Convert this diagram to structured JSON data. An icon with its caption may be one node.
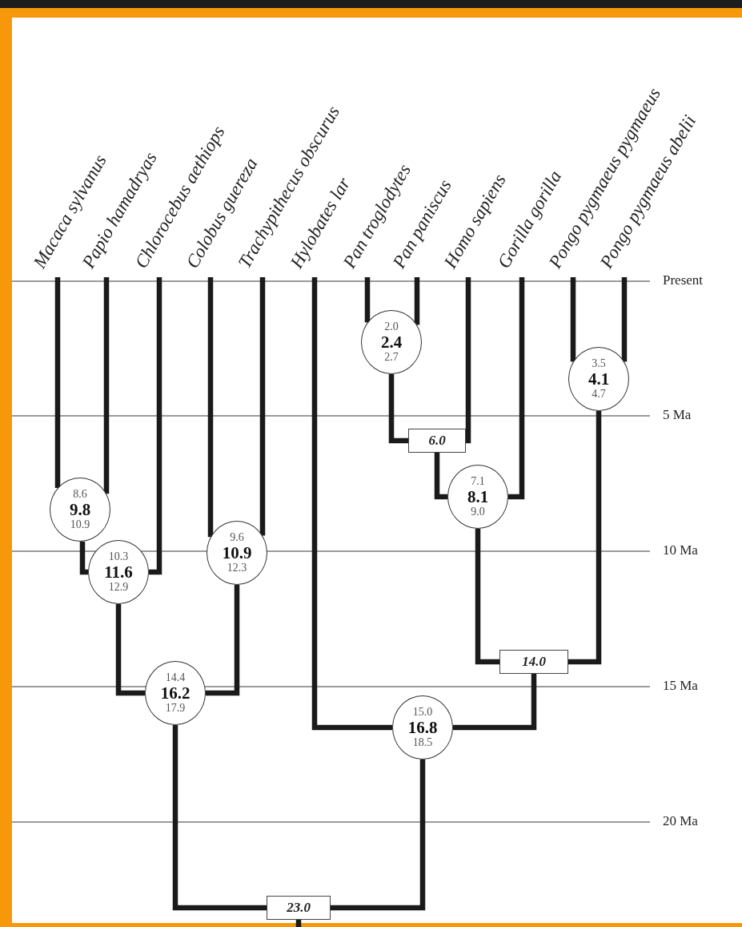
{
  "diagram": {
    "nodes": [
      {
        "text": [
          "Macaca sylvanus"
        ]
      },
      {
        "text": [
          "Papio hamadryas"
        ]
      },
      {
        "text": [
          "Chlorocebus aethiops"
        ]
      },
      {
        "text": [
          "Colobus guereza"
        ]
      },
      {
        "text": [
          "Trachypithecus obscurus"
        ]
      },
      {
        "text": [
          "Hylobates lar"
        ]
      },
      {
        "text": [
          "Pan troglodytes"
        ]
      },
      {
        "text": [
          "Pan paniscus"
        ]
      },
      {
        "text": [
          "Homo sapiens"
        ]
      },
      {
        "text": [
          "Gorilla gorilla"
        ]
      },
      {
        "text": [
          "Pongo pygmaeus pygmaeus"
        ]
      },
      {
        "text": [
          "Pongo pygmaeus abelii"
        ]
      },
      {
        "text": [
          "2.0",
          "2.4",
          "2.7"
        ]
      },
      {
        "text": [
          "3.5",
          "4.1",
          "4.7"
        ]
      },
      {
        "text": [
          "6.0"
        ]
      },
      {
        "text": [
          "7.1",
          "8.1",
          "9.0"
        ]
      },
      {
        "text": [
          "8.6",
          "9.8",
          "10.9"
        ]
      },
      {
        "text": [
          "10.3",
          "11.6",
          "12.9"
        ]
      },
      {
        "text": [
          "9.6",
          "10.9",
          "12.3"
        ]
      },
      {
        "text": [
          "14.0"
        ]
      },
      {
        "text": [
          "14.4",
          "16.2",
          "17.9"
        ]
      },
      {
        "text": [
          "15.0",
          "16.8",
          "18.5"
        ]
      },
      {
        "text": [
          "23.0"
        ]
      }
    ],
    "edges": [
      {
        "from": 12,
        "to": 6,
        "arrow": "none"
      },
      {
        "from": 12,
        "to": 7,
        "arrow": "none"
      },
      {
        "from": 13,
        "to": 10,
        "arrow": "none"
      },
      {
        "from": 13,
        "to": 11,
        "arrow": "none"
      },
      {
        "from": 14,
        "to": 12,
        "arrow": "none"
      },
      {
        "from": 14,
        "to": 8,
        "arrow": "none"
      },
      {
        "from": 15,
        "to": 14,
        "arrow": "none"
      },
      {
        "from": 15,
        "to": 9,
        "arrow": "none"
      },
      {
        "from": 16,
        "to": 0,
        "arrow": "none"
      },
      {
        "from": 16,
        "to": 1,
        "arrow": "none"
      },
      {
        "from": 17,
        "to": 16,
        "arrow": "none"
      },
      {
        "from": 17,
        "to": 2,
        "arrow": "none"
      },
      {
        "from": 18,
        "to": 3,
        "arrow": "none"
      },
      {
        "from": 18,
        "to": 4,
        "arrow": "none"
      },
      {
        "from": 19,
        "to": 15,
        "arrow": "none"
      },
      {
        "from": 19,
        "to": 13,
        "arrow": "none"
      },
      {
        "from": 20,
        "to": 17,
        "arrow": "none"
      },
      {
        "from": 20,
        "to": 18,
        "arrow": "none"
      },
      {
        "from": 21,
        "to": 5,
        "arrow": "none"
      },
      {
        "from": 21,
        "to": 19,
        "arrow": "none"
      },
      {
        "from": 22,
        "to": 20,
        "arrow": "none"
      },
      {
        "from": 22,
        "to": 21,
        "arrow": "none"
      },
      {
        "from": 22,
        "to": null,
        "arrow": "none"
      }
    ],
    "labels": [
      "Present",
      "5 Ma",
      "10 Ma",
      "15 Ma",
      "20 Ma"
    ]
  }
}
